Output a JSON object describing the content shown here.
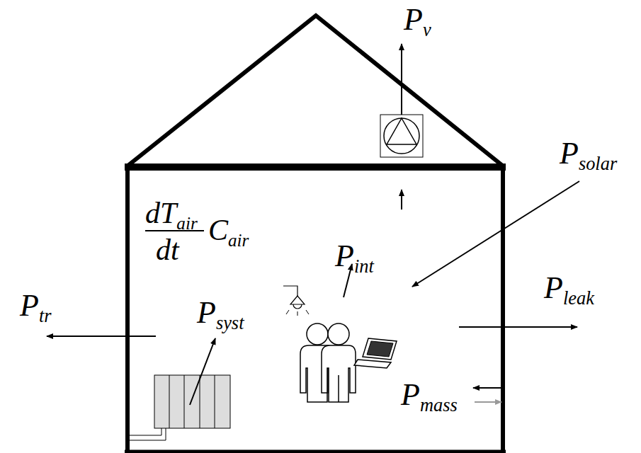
{
  "diagram": {
    "labels": [
      "Pv",
      "Psolar",
      "dTair",
      "dt",
      "Cair",
      "Pint",
      "Pleak",
      "Ptr",
      "Psyst",
      "Pmass"
    ]
  }
}
